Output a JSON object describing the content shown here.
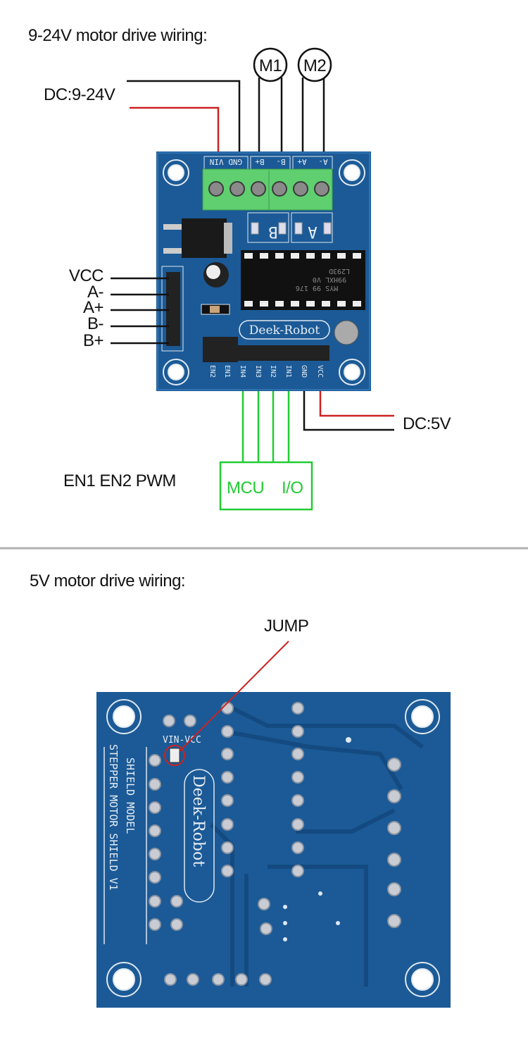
{
  "top": {
    "title": "9-24V motor drive wiring:",
    "dc_input_label": "DC:9-24V",
    "motors": [
      "M1",
      "M2"
    ],
    "terminal_labels": [
      "GND VIN",
      "B+",
      "B-",
      "A+",
      "A-"
    ],
    "channel_labels": [
      "B",
      "A"
    ],
    "ic_lines": [
      "L293D",
      "99HXL V0",
      "MYS 99 176"
    ],
    "brand": "Deek-Robot",
    "side_pins": [
      "VCC",
      "A-",
      "A+",
      "B-",
      "B+"
    ],
    "bottom_pins": [
      "EN2",
      "EN1",
      "IN4",
      "IN3",
      "IN2",
      "IN1",
      "GND",
      "VCC"
    ],
    "dc5v_label": "DC:5V",
    "mcu_label": "MCU",
    "io_label": "I/O",
    "pwm_note": "EN1 EN2  PWM"
  },
  "bottom": {
    "title": "5V motor drive wiring:",
    "jump_label": "JUMP",
    "jumper_silk": "VIN-VCC",
    "silk_line1": "SHIELD MODEL",
    "silk_line2": "STEPPER MOTOR SHIELD V1",
    "brand": "Deek-Robot"
  },
  "colors": {
    "pcb": "#1b5a96",
    "terminal": "#5fcf6f",
    "wire_red": "#cc2222",
    "wire_green": "#22cc33",
    "divider": "#b0b0b0"
  }
}
